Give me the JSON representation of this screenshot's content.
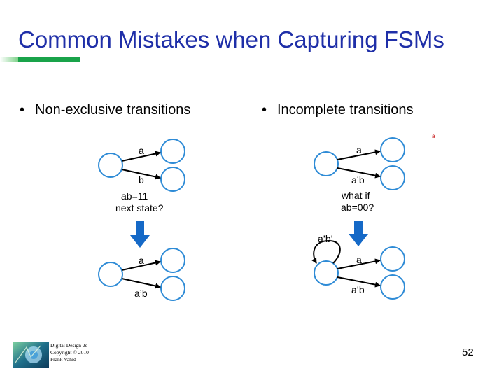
{
  "slide": {
    "title": "Common Mistakes when Capturing FSMs",
    "bullets": [
      {
        "marker": "•",
        "text": "Non-exclusive transitions"
      },
      {
        "marker": "•",
        "text": "Incomplete transitions"
      }
    ],
    "left_diagram": {
      "top_label_1": "a",
      "top_label_2": "b",
      "question_line_1": "ab=11 –",
      "question_line_2": "next state?",
      "bottom_label_1": "a",
      "bottom_label_2": "a’b"
    },
    "right_diagram": {
      "top_label_1": "a",
      "top_label_2": "a’b",
      "question_line_1": "what if",
      "question_line_2": "ab=00?",
      "self_loop_label": "a’b’",
      "bottom_label_1": "a",
      "bottom_label_2": "a’b"
    },
    "stray_mark": "a",
    "footer": {
      "credit_lines": [
        "Digital Design 2e",
        "Copyright © 2010",
        "Frank Vahid"
      ],
      "page_number": "52"
    },
    "colors": {
      "title": "#1f2fa8",
      "title_bar": "#19a34a",
      "state_stroke": "#2e8bd6",
      "down_arrow": "#1569c7"
    }
  }
}
